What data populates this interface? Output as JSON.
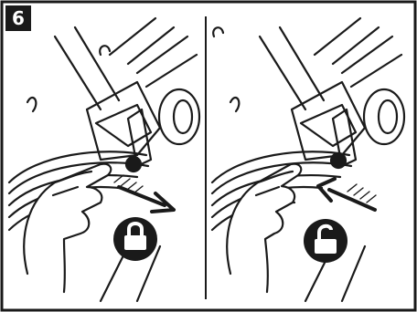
{
  "step": {
    "number": "6"
  },
  "panels": [
    {
      "action": "lock-icon",
      "arrow_direction": "out"
    },
    {
      "action": "unlock-icon",
      "arrow_direction": "in"
    }
  ],
  "colors": {
    "ink": "#1a1a1a",
    "skin": "#ffffff",
    "frame": "#1a1a1a"
  }
}
